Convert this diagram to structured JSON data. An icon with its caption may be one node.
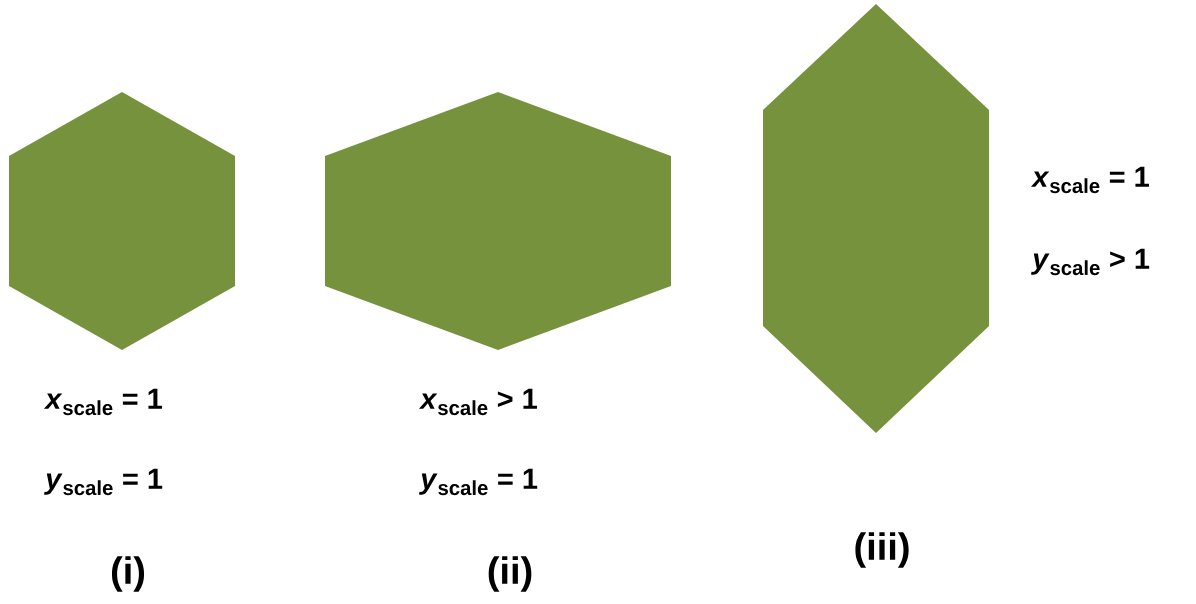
{
  "diagram": {
    "nodes": [
      {
        "text": [],
        "shape": "hexagon"
      },
      {
        "text": [],
        "shape": "hexagon"
      },
      {
        "text": [],
        "shape": "hexagon"
      }
    ],
    "labels": [
      "*x*$_{scale}$ = 1",
      "*y*$_{scale}$ = 1",
      "(i)",
      "*x*$_{scale}$ > 1",
      "*y*$_{scale}$ = 1",
      "(ii)",
      "*x*$_{scale}$ = 1",
      "*y*$_{scale}$ > 1",
      "(iii)"
    ]
  }
}
